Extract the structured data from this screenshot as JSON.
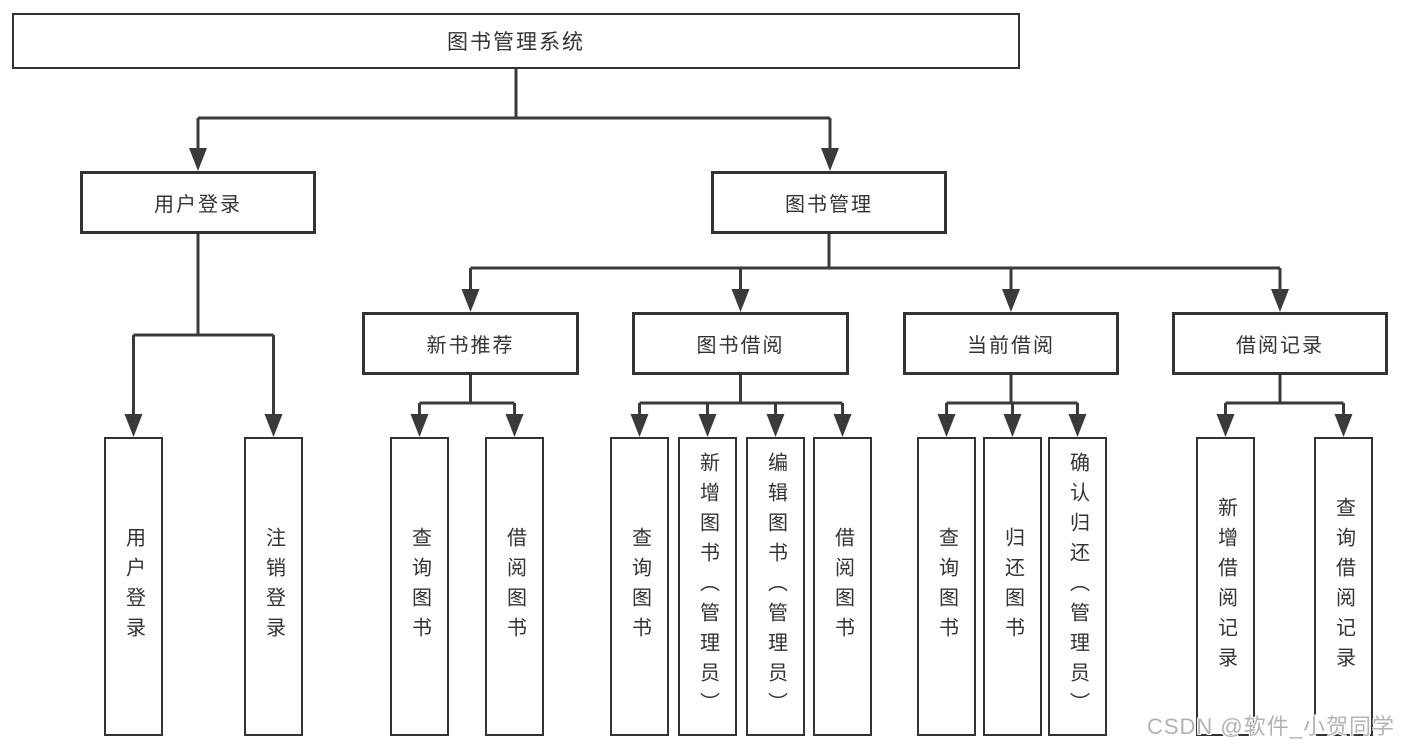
{
  "tree": {
    "root": {
      "label": "图书管理系统",
      "children": [
        {
          "label": "用户登录",
          "children": [
            {
              "label": "用户登录"
            },
            {
              "label": "注销登录"
            }
          ]
        },
        {
          "label": "图书管理",
          "children": [
            {
              "label": "新书推荐",
              "children": [
                {
                  "label": "查询图书"
                },
                {
                  "label": "借阅图书"
                }
              ]
            },
            {
              "label": "图书借阅",
              "children": [
                {
                  "label": "查询图书"
                },
                {
                  "label": "新增图书（管理员）"
                },
                {
                  "label": "编辑图书（管理员）"
                },
                {
                  "label": "借阅图书"
                }
              ]
            },
            {
              "label": "当前借阅",
              "children": [
                {
                  "label": "查询图书"
                },
                {
                  "label": "归还图书"
                },
                {
                  "label": "确认归还（管理员）"
                }
              ]
            },
            {
              "label": "借阅记录",
              "children": [
                {
                  "label": "新增借阅记录"
                },
                {
                  "label": "查询借阅记录"
                }
              ]
            }
          ]
        }
      ]
    }
  },
  "watermark": {
    "text": "CSDN @软件_小贺同学"
  },
  "colors": {
    "line": "#3a3a3a",
    "box_border": "#333333",
    "text": "#333333",
    "watermark": "#b3b3b3",
    "background": "#ffffff"
  }
}
